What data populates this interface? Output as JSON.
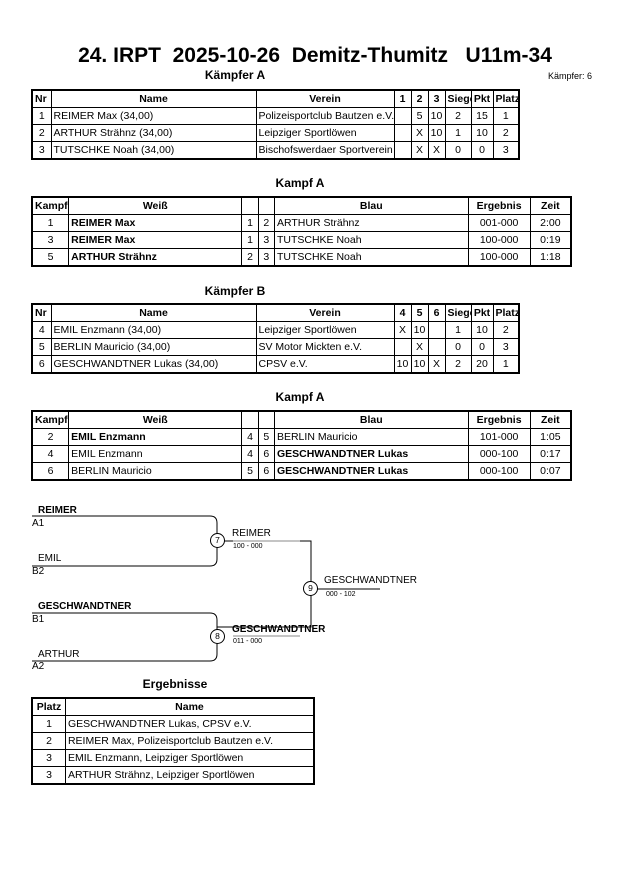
{
  "header": {
    "title": "24. IRPT  2025-10-26  Demitz-Thumitz   U11m-34",
    "pool_a_label": "Kämpfer A",
    "fighter_count": "Kämpfer: 6"
  },
  "pool_a": {
    "headers": [
      "Nr",
      "Name",
      "Verein",
      "1",
      "2",
      "3",
      "Siege",
      "Pkt",
      "Platz"
    ],
    "rows": [
      [
        "1",
        "REIMER Max  (34,00)",
        "Polizeisportclub Bautzen e.V.",
        "",
        "5",
        "10",
        "2",
        "15",
        "1"
      ],
      [
        "2",
        "ARTHUR Strähnz  (34,00)",
        "Leipziger Sportlöwen",
        "",
        "X",
        "10",
        "1",
        "10",
        "2"
      ],
      [
        "3",
        "TUTSCHKE Noah  (34,00)",
        "Bischofswerdaer Sportverein e.V.",
        "",
        "X",
        "X",
        "0",
        "0",
        "3"
      ]
    ]
  },
  "kampf_a": {
    "label": "Kampf A",
    "headers": [
      "Kampf",
      "Weiß",
      "",
      "",
      "Blau",
      "Ergebnis",
      "Zeit"
    ],
    "rows": [
      [
        "1",
        "REIMER Max",
        "1",
        "2",
        "ARTHUR Strähnz",
        "001-000",
        "2:00"
      ],
      [
        "3",
        "REIMER Max",
        "1",
        "3",
        "TUTSCHKE Noah",
        "100-000",
        "0:19"
      ],
      [
        "5",
        "ARTHUR Strähnz",
        "2",
        "3",
        "TUTSCHKE Noah",
        "100-000",
        "1:18"
      ]
    ]
  },
  "pool_b": {
    "label": "Kämpfer B",
    "headers": [
      "Nr",
      "Name",
      "Verein",
      "4",
      "5",
      "6",
      "Siege",
      "Pkt",
      "Platz"
    ],
    "rows": [
      [
        "4",
        "EMIL Enzmann  (34,00)",
        "Leipziger Sportlöwen",
        "X",
        "10",
        "",
        "1",
        "10",
        "2"
      ],
      [
        "5",
        "BERLIN  Mauricio  (34,00)",
        "SV Motor Mickten e.V.",
        "",
        "X",
        "",
        "0",
        "0",
        "3"
      ],
      [
        "6",
        "GESCHWANDTNER Lukas  (34,00)",
        "CPSV e.V.",
        "10",
        "10",
        "X",
        "2",
        "20",
        "1"
      ]
    ]
  },
  "kampf_b": {
    "label": "Kampf A",
    "headers": [
      "Kampf",
      "Weiß",
      "",
      "",
      "Blau",
      "Ergebnis",
      "Zeit"
    ],
    "rows": [
      [
        "2",
        "EMIL Enzmann",
        "4",
        "5",
        "BERLIN  Mauricio",
        "101-000",
        "1:05"
      ],
      [
        "4",
        "EMIL Enzmann",
        "4",
        "6",
        "GESCHWANDTNER Lukas",
        "000-100",
        "0:17"
      ],
      [
        "6",
        "BERLIN  Mauricio",
        "5",
        "6",
        "GESCHWANDTNER Lukas",
        "000-100",
        "0:07"
      ]
    ]
  },
  "bracket": {
    "s1_name": "REIMER",
    "s1_seed": "A1",
    "s2_name": "EMIL",
    "s2_seed": "B2",
    "s3_name": "GESCHWANDTNER",
    "s3_seed": "B1",
    "s4_name": "ARTHUR",
    "s4_seed": "A2",
    "m7": "7",
    "m7_winner": "REIMER",
    "m7_score": "100 - 000",
    "m8": "8",
    "m8_winner": "GESCHWANDTNER",
    "m8_score": "011 - 000",
    "m9": "9",
    "m9_winner": "GESCHWANDTNER",
    "m9_score": "000 - 102"
  },
  "results": {
    "label": "Ergebnisse",
    "headers": [
      "Platz",
      "Name"
    ],
    "rows": [
      [
        "1",
        "GESCHWANDTNER Lukas, CPSV e.V."
      ],
      [
        "2",
        "REIMER Max, Polizeisportclub Bautzen e.V."
      ],
      [
        "3",
        "EMIL Enzmann, Leipziger Sportlöwen"
      ],
      [
        "3",
        "ARTHUR Strähnz, Leipziger Sportlöwen"
      ]
    ]
  }
}
